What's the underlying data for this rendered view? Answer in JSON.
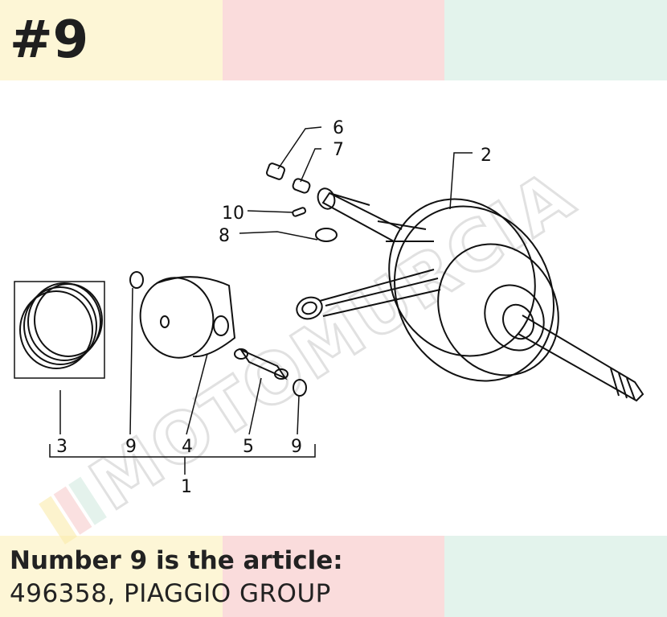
{
  "header": {
    "item_number": "#9"
  },
  "diagram": {
    "callouts": [
      "1",
      "2",
      "3",
      "4",
      "5",
      "6",
      "7",
      "8",
      "9",
      "9",
      "10"
    ],
    "watermark": "MOTOMURCIA"
  },
  "footer": {
    "caption": "Number 9 is the article:",
    "article": "496358, PIAGGIO GROUP"
  },
  "colors": {
    "yellow_band": "#fdf6d6",
    "pink_band": "#fadcdc",
    "green_band": "#e3f3ec",
    "line_art": "#111111"
  }
}
